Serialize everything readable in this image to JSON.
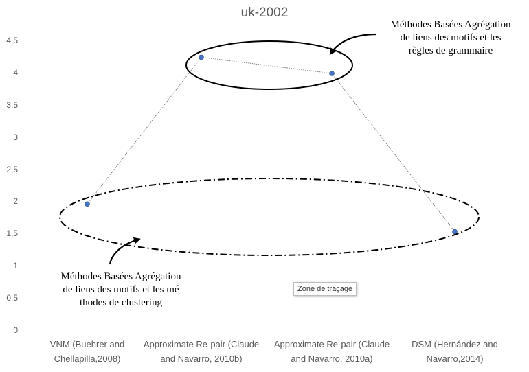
{
  "chart_data": {
    "type": "line",
    "title": "uk-2002",
    "categories": [
      [
        "VNM (Buehrer and",
        "Chellapilla,2008)"
      ],
      [
        "Approximate Re-pair (Claude",
        "and Navarro, 2010b)"
      ],
      [
        "Approximate Re-pair (Claude",
        "and Navarro, 2010a)"
      ],
      [
        "DSM (Hernández and",
        "Navarro,2014)"
      ]
    ],
    "values": [
      1.97,
      4.25,
      4.0,
      1.54
    ],
    "ylim": [
      0,
      4.5
    ],
    "yticks": [
      "0",
      "0,5",
      "1",
      "1,5",
      "2",
      "2,5",
      "3",
      "3,5",
      "4",
      "4,5"
    ],
    "grid": false,
    "line_style": "dotted",
    "colors": {
      "marker": "#4472C4",
      "line": "#7f7f7f",
      "text": "#595959"
    }
  },
  "annotations": {
    "top": [
      "Méthodes Basées Agrégation",
      "de liens des motifs et les",
      "règles de grammaire"
    ],
    "bottom": [
      "Méthodes Basées Agrégation",
      "de liens des motifs et les mé",
      "thodes de clustering"
    ]
  },
  "tooltip": "Zone de traçage"
}
